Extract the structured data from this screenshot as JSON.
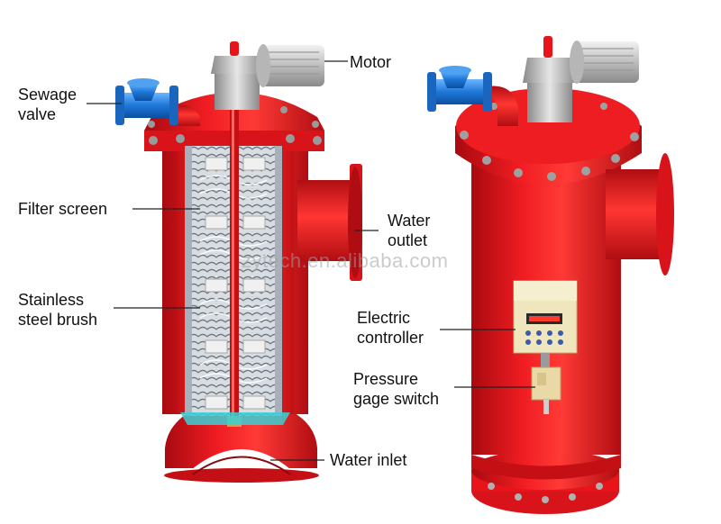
{
  "labels": {
    "motor": "Motor",
    "sewage_valve_1": "Sewage",
    "sewage_valve_2": "valve",
    "filter_screen": "Filter screen",
    "water_outlet_1": "Water",
    "water_outlet_2": "outlet",
    "brush_1": "Stainless",
    "brush_2": "steel brush",
    "controller_1": "Electric",
    "controller_2": "controller",
    "pressure_1": "Pressure",
    "pressure_2": "gage switch",
    "water_inlet": "Water inlet"
  },
  "watermark": "zytech.en.alibaba.com",
  "colors": {
    "housing_red": "#e8141a",
    "housing_dark": "#b00d12",
    "motor_gray": "#c9c9c9",
    "valve_blue": "#1e78d8",
    "controller_panel": "#efe6bd",
    "leader_line": "#222222"
  }
}
